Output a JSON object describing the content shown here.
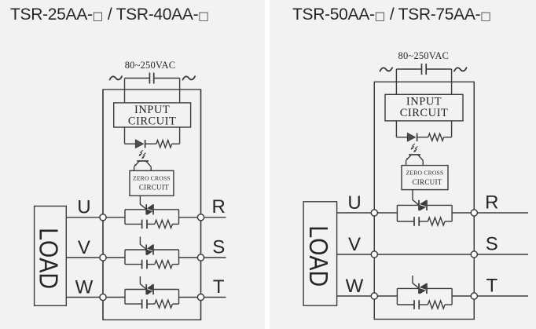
{
  "page": {
    "background_color": "#f2f2f2",
    "divider_color": "#ffffff",
    "line_color": "#3b3b3d",
    "text_color": "#262626"
  },
  "panels": [
    {
      "title_parts": {
        "p1": "TSR-25AA-",
        "sq1": "□",
        "p2": " / TSR-40AA-",
        "sq2": "□"
      },
      "voltage": "80~250VAC",
      "input_box": {
        "line1": "INPUT",
        "line2": "CIRCUIT"
      },
      "zero_cross_box": {
        "line1": "ZERO CROSS",
        "line2": "CIRCUIT"
      },
      "load": "LOAD",
      "terminals_left": [
        "U",
        "V",
        "W"
      ],
      "terminals_right": [
        "R",
        "S",
        "T"
      ]
    },
    {
      "title_parts": {
        "p1": "TSR-50AA-",
        "sq1": "□",
        "p2": " / TSR-75AA-",
        "sq2": "□"
      },
      "voltage": "80~250VAC",
      "input_box": {
        "line1": "INPUT",
        "line2": "CIRCUIT"
      },
      "zero_cross_box": {
        "line1": "ZERO CROSS",
        "line2": "CIRCUIT"
      },
      "load": "LOAD",
      "terminals_left": [
        "U",
        "V",
        "W"
      ],
      "terminals_right": [
        "R",
        "S",
        "T"
      ]
    }
  ]
}
